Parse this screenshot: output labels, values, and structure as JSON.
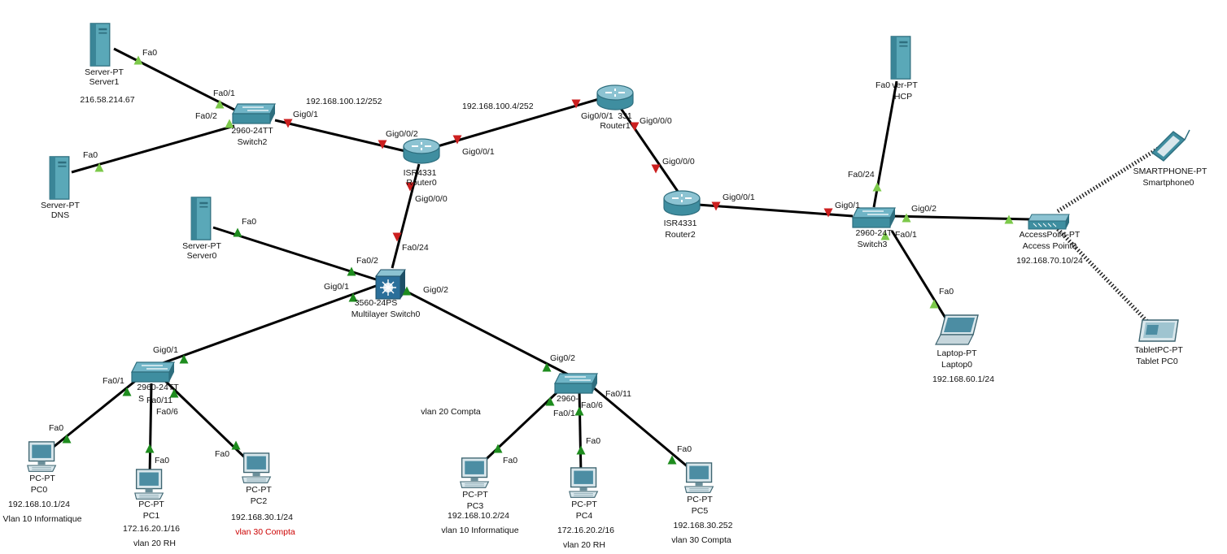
{
  "colors": {
    "link": "#000000",
    "port_up": "#1e8c1e",
    "port_up_light": "#7cc94a",
    "port_down": "#cc1f1f",
    "device_teal": "#3f8ea0",
    "annotation_red": "#cc0000"
  },
  "devices": {
    "server1": {
      "model": "Server-PT",
      "name": "Server1",
      "ip": "216.58.214.67"
    },
    "dns": {
      "model": "Server-PT",
      "name": "DNS"
    },
    "switch2": {
      "model": "2960-24TT",
      "name": "Switch2"
    },
    "router0": {
      "model": "ISR4331",
      "name": "Router0"
    },
    "router1": {
      "model": "331",
      "name": "Router1"
    },
    "router2": {
      "model": "ISR4331",
      "name": "Router2"
    },
    "server0": {
      "model": "Server-PT",
      "name": "Server0"
    },
    "mls0": {
      "model": "3560-24PS",
      "name": "Multilayer Switch0"
    },
    "dhcp": {
      "model": "ver-PT",
      "name": "HCP"
    },
    "switch3": {
      "model": "2960-24T",
      "name": "Switch3"
    },
    "ap0": {
      "model": "AccessPoint-PT",
      "name": "Access Point0",
      "ip": "192.168.70.10/24"
    },
    "smartphone0": {
      "model": "SMARTPHONE-PT",
      "name": "Smartphone0"
    },
    "tablet0": {
      "model": "TabletPC-PT",
      "name": "Tablet PC0"
    },
    "laptop0": {
      "model": "Laptop-PT",
      "name": "Laptop0",
      "ip": "192.168.60.1/24"
    },
    "switch_left": {
      "model": "2960-24TT",
      "name": "S"
    },
    "switch_right": {
      "model": "2960-"
    },
    "pc0": {
      "model": "PC-PT",
      "name": "PC0",
      "ip": "192.168.10.1/24",
      "vlan": "Vlan 10 Informatique"
    },
    "pc1": {
      "model": "PC-PT",
      "name": "PC1",
      "ip": "172.16.20.1/16",
      "vlan": "vlan 20 RH"
    },
    "pc2": {
      "model": "PC-PT",
      "name": "PC2",
      "ip": "192.168.30.1/24",
      "vlan": "vlan 30 Compta"
    },
    "pc3": {
      "model": "PC-PT",
      "name": "PC3",
      "ip": "192.168.10.2/24",
      "vlan": "vlan 10 Informatique"
    },
    "pc4": {
      "model": "PC-PT",
      "name": "PC4",
      "ip": "172.16.20.2/16",
      "vlan": "vlan 20 RH"
    },
    "pc5": {
      "model": "PC-PT",
      "name": "PC5",
      "ip": "192.168.30.252",
      "vlan": "vlan 30 Compta"
    }
  },
  "ports": {
    "server1_fa0": "Fa0",
    "sw2_fa01": "Fa0/1",
    "sw2_fa02": "Fa0/2",
    "dns_fa0": "Fa0",
    "sw2_gig01": "Gig0/1",
    "r0_gig002": "Gig0/0/2",
    "r0_gig001": "Gig0/0/1",
    "r0_gig000": "Gig0/0/0",
    "r1_gig001": "Gig0/0/1",
    "r1_gig000": "Gig0/0/0",
    "r2_gig000": "Gig0/0/0",
    "r2_gig001": "Gig0/0/1",
    "server0_fa0": "Fa0",
    "mls_fa024": "Fa0/24",
    "mls_fa02": "Fa0/2",
    "mls_gig01": "Gig0/1",
    "mls_gig02": "Gig0/2",
    "dhcp_fa0": "Fa0",
    "sw3_fa024": "Fa0/24",
    "sw3_gig01": "Gig0/1",
    "sw3_gig02": "Gig0/2",
    "sw3_fa01": "Fa0/1",
    "laptop_fa0": "Fa0",
    "swl_gig01": "Gig0/1",
    "swl_fa01": "Fa0/1",
    "swl_fa011": "Fa0/11",
    "swl_fa06": "Fa0/6",
    "pc0_fa0": "Fa0",
    "pc1_fa0": "Fa0",
    "pc2_fa0": "Fa0",
    "swr_gig02": "Gig0/2",
    "swr_fa011": "Fa0/11",
    "swr_fa06": "Fa0/6",
    "swr_fa01": "Fa0/1",
    "pc3_fa0": "Fa0",
    "pc4_fa0": "Fa0",
    "pc5_fa0": "Fa0"
  },
  "notes": {
    "net_sw2_r0": "192.168.100.12/252",
    "net_r0_r1": "192.168.100.4/252",
    "vlan_note": "vlan 20 Compta"
  }
}
